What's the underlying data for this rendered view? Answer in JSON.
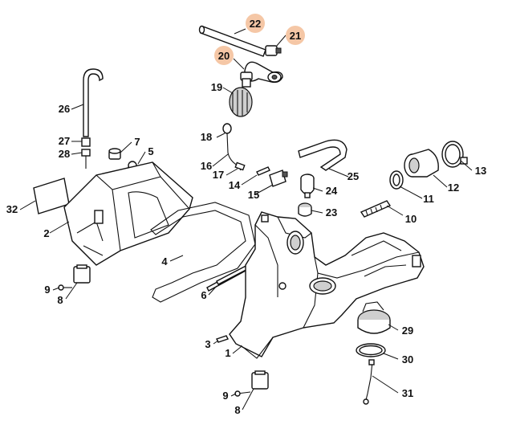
{
  "diagram": {
    "callouts": [
      {
        "id": "c1",
        "label": "1",
        "highlighted": false
      },
      {
        "id": "c2",
        "label": "2",
        "highlighted": false
      },
      {
        "id": "c3",
        "label": "3",
        "highlighted": false
      },
      {
        "id": "c4",
        "label": "4",
        "highlighted": false
      },
      {
        "id": "c5",
        "label": "5",
        "highlighted": false
      },
      {
        "id": "c6",
        "label": "6",
        "highlighted": false
      },
      {
        "id": "c7",
        "label": "7",
        "highlighted": false
      },
      {
        "id": "c8a",
        "label": "8",
        "highlighted": false
      },
      {
        "id": "c8b",
        "label": "8",
        "highlighted": false
      },
      {
        "id": "c9a",
        "label": "9",
        "highlighted": false
      },
      {
        "id": "c9b",
        "label": "9",
        "highlighted": false
      },
      {
        "id": "c10",
        "label": "10",
        "highlighted": false
      },
      {
        "id": "c11",
        "label": "11",
        "highlighted": false
      },
      {
        "id": "c12",
        "label": "12",
        "highlighted": false
      },
      {
        "id": "c13",
        "label": "13",
        "highlighted": false
      },
      {
        "id": "c14",
        "label": "14",
        "highlighted": false
      },
      {
        "id": "c15",
        "label": "15",
        "highlighted": false
      },
      {
        "id": "c16",
        "label": "16",
        "highlighted": false
      },
      {
        "id": "c17",
        "label": "17",
        "highlighted": false
      },
      {
        "id": "c18",
        "label": "18",
        "highlighted": false
      },
      {
        "id": "c19",
        "label": "19",
        "highlighted": false
      },
      {
        "id": "c20",
        "label": "20",
        "highlighted": true
      },
      {
        "id": "c21",
        "label": "21",
        "highlighted": true
      },
      {
        "id": "c22",
        "label": "22",
        "highlighted": true
      },
      {
        "id": "c23",
        "label": "23",
        "highlighted": false
      },
      {
        "id": "c24",
        "label": "24",
        "highlighted": false
      },
      {
        "id": "c25",
        "label": "25",
        "highlighted": false
      },
      {
        "id": "c26",
        "label": "26",
        "highlighted": false
      },
      {
        "id": "c27",
        "label": "27",
        "highlighted": false
      },
      {
        "id": "c28",
        "label": "28",
        "highlighted": false
      },
      {
        "id": "c29",
        "label": "29",
        "highlighted": false
      },
      {
        "id": "c30",
        "label": "30",
        "highlighted": false
      },
      {
        "id": "c31",
        "label": "31",
        "highlighted": false
      },
      {
        "id": "c32",
        "label": "32",
        "highlighted": false
      }
    ],
    "colors": {
      "highlight": "#f5c7a6",
      "line": "#111111",
      "background": "#ffffff"
    }
  }
}
